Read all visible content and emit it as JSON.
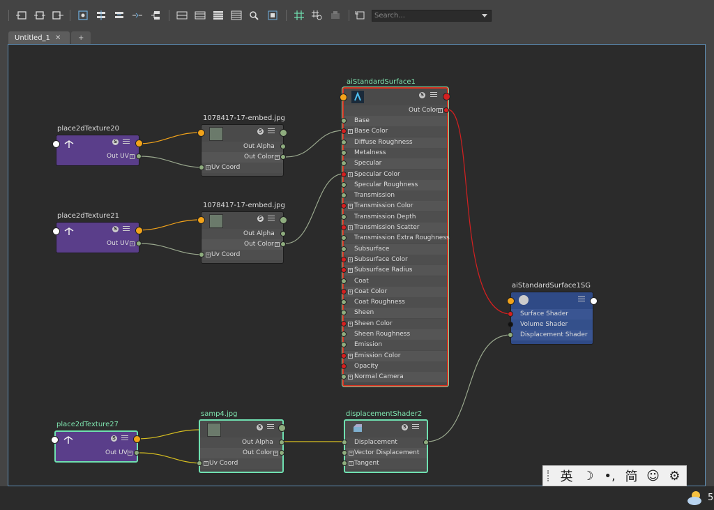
{
  "search": {
    "placeholder": "Search..."
  },
  "tabs": [
    {
      "label": "Untitled_1",
      "close": "✕"
    },
    {
      "label": "+"
    }
  ],
  "nodes": {
    "place2dTexture20": {
      "title": "place2dTexture20",
      "ports": [
        "Out UV"
      ]
    },
    "tex1": {
      "title": "1078417-17-embed.jpg",
      "ports": [
        "Out Alpha",
        "Out Color",
        "Uv Coord"
      ]
    },
    "place2dTexture21": {
      "title": "place2dTexture21",
      "ports": [
        "Out UV"
      ]
    },
    "tex2": {
      "title": "1078417-17-embed.jpg",
      "ports": [
        "Out Alpha",
        "Out Color",
        "Uv Coord"
      ]
    },
    "aiStandardSurface1": {
      "title": "aiStandardSurface1",
      "out": "Out Color",
      "attrs": [
        "Base",
        "Base Color",
        "Diffuse Roughness",
        "Metalness",
        "Specular",
        "Specular Color",
        "Specular Roughness",
        "Transmission",
        "Transmission Color",
        "Transmission Depth",
        "Transmission Scatter",
        "Transmission Extra Roughness",
        "Subsurface",
        "Subsurface Color",
        "Subsurface Radius",
        "Coat",
        "Coat Color",
        "Coat Roughness",
        "Sheen",
        "Sheen Color",
        "Sheen Roughness",
        "Emission",
        "Emission Color",
        "Opacity",
        "Normal Camera"
      ]
    },
    "sg": {
      "title": "aiStandardSurface1SG",
      "attrs": [
        "Surface Shader",
        "Volume Shader",
        "Displacement Shader"
      ]
    },
    "place2dTexture27": {
      "title": "place2dTexture27",
      "ports": [
        "Out UV"
      ]
    },
    "samp4": {
      "title": "samp4.jpg",
      "ports": [
        "Out Alpha",
        "Out Color",
        "Uv Coord"
      ]
    },
    "disp": {
      "title": "displacementShader2",
      "attrs": [
        "Displacement",
        "Vector Displacement",
        "Tangent"
      ]
    }
  },
  "icons": {
    "swatch": "S"
  },
  "ime": {
    "items": [
      "英",
      "☽",
      "•,",
      "简",
      "☺",
      "⚙"
    ]
  },
  "taskbar": {
    "weather_icon": "cloud-moon-icon",
    "tray_text": "5"
  },
  "colors": {
    "canvas": "#2b2b2b",
    "selection": "#6fe0b0",
    "place2d": "#5a3e8a",
    "shadingGroup": "#2f4a86",
    "wireColor": "#f2a31a",
    "wireRed": "#d42020"
  }
}
